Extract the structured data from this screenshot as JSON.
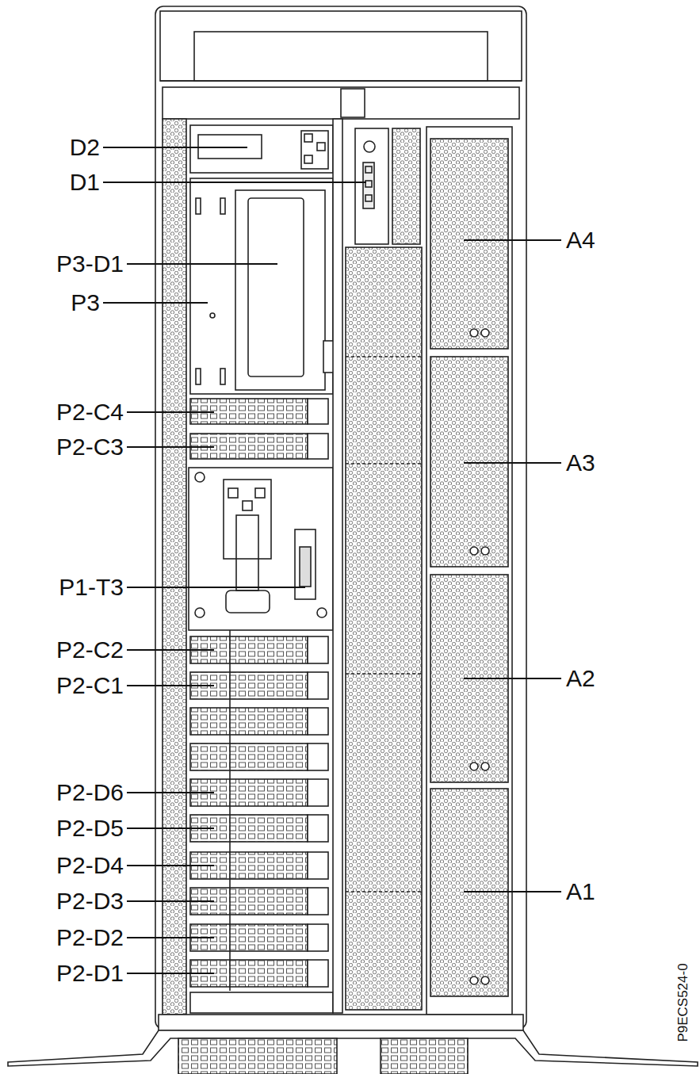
{
  "diagram": {
    "labels": [
      "D2",
      "D1",
      "P3-D1",
      "P3",
      "P2-C4",
      "P2-C3",
      "P1-T3",
      "P2-C2",
      "P2-C1",
      "P2-D6",
      "P2-D5",
      "P2-D4",
      "P2-D3",
      "P2-D2",
      "P2-D1",
      "A4",
      "A3",
      "A2",
      "A1",
      "P9ECS524-0"
    ]
  }
}
